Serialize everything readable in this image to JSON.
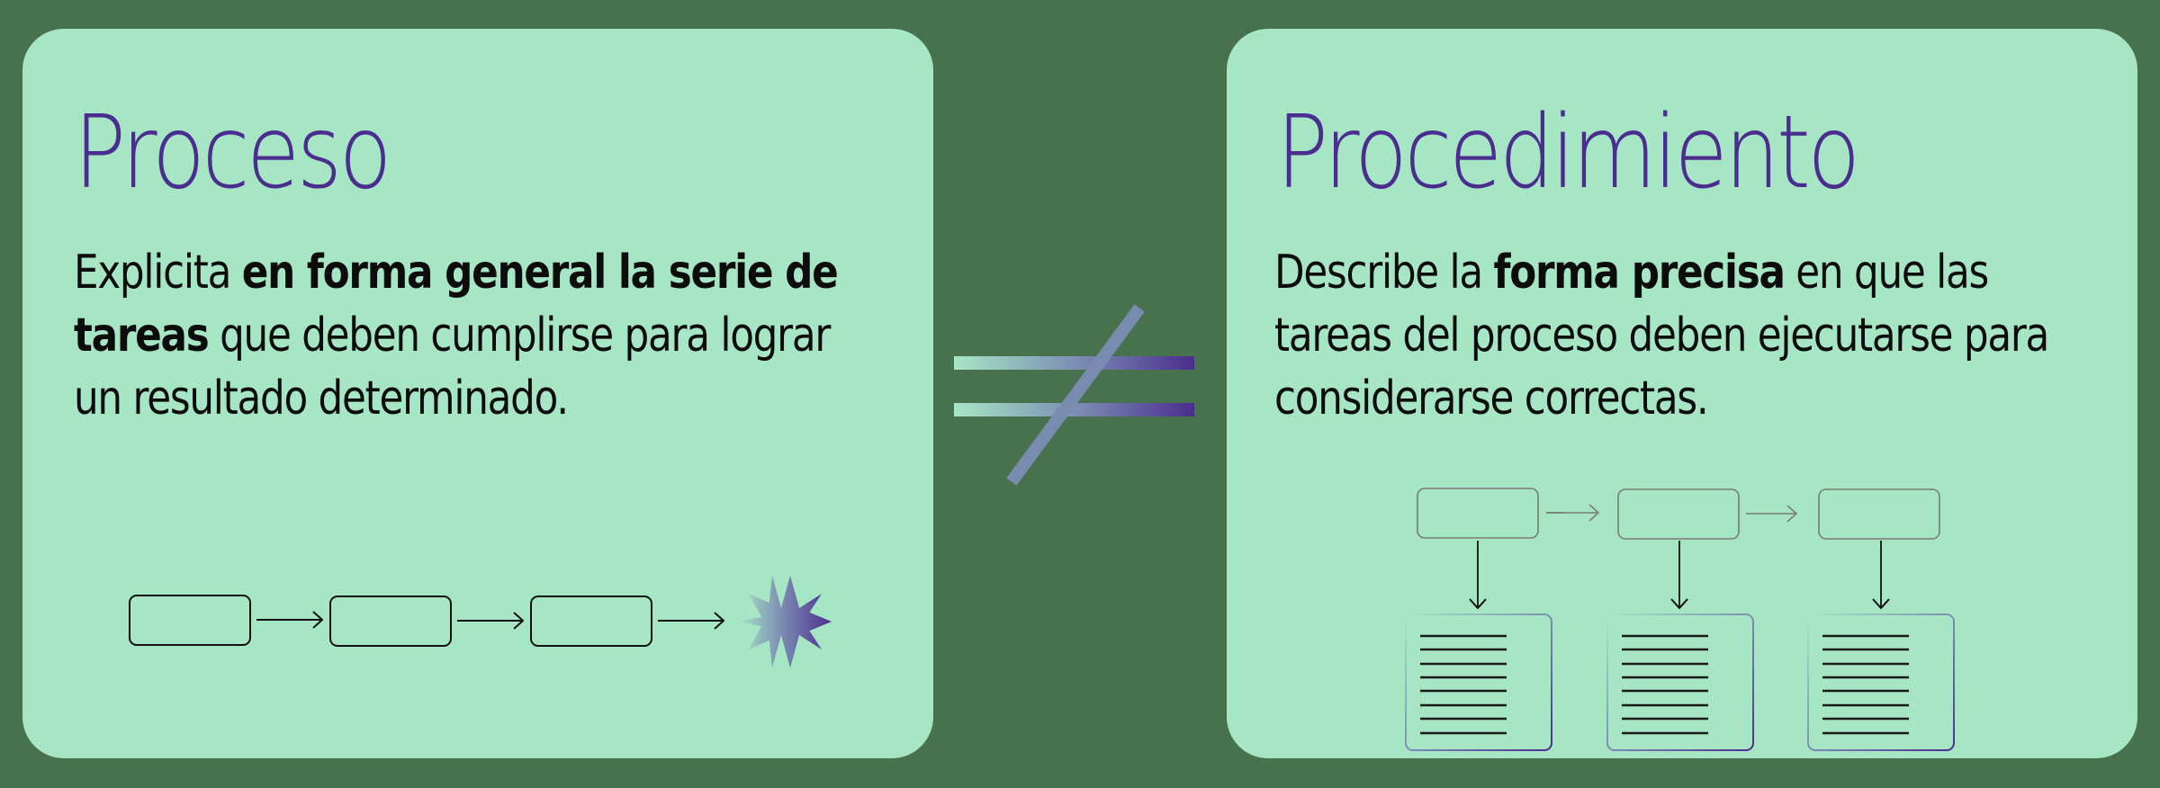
{
  "colors": {
    "background": "#48714d",
    "card": "#a7e6c5",
    "title": "#4a2d8e",
    "text": "#0c0c0c",
    "gradient_start": "#a7e6c5",
    "gradient_end": "#4a2d8e",
    "process_box_stroke": "#111111",
    "procedure_box_stroke": "#7a7a7a"
  },
  "left_card": {
    "title": "Proceso",
    "body": {
      "prefix": "Explicita ",
      "bold": "en forma general la serie de tareas",
      "suffix": " que deben cumplirse para lograr un resultado determinado."
    },
    "diagram": {
      "type": "linear-flow",
      "steps": 3,
      "end_symbol": "starburst-icon"
    }
  },
  "separator": {
    "symbol": "≠",
    "meaning": "not-equal"
  },
  "right_card": {
    "title": "Procedimiento",
    "body": {
      "prefix": "Describe la ",
      "bold": "forma precisa",
      "suffix": " en que las tareas del proceso deben ejecutarse para considerarse correctas."
    },
    "diagram": {
      "type": "flow-with-documents",
      "steps": 3,
      "document_lines_per_step": 8
    }
  }
}
